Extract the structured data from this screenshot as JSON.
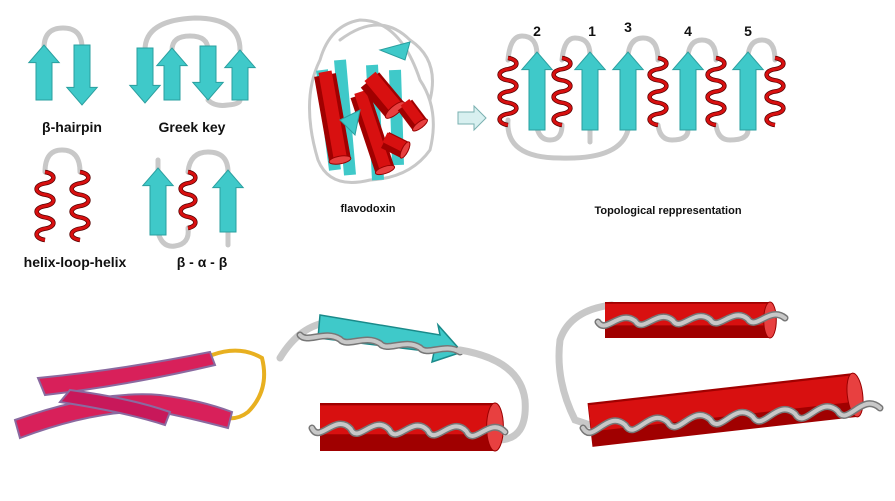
{
  "labels": {
    "hairpin": "β-hairpin",
    "greek_key": "Greek key",
    "hlh": "helix-loop-helix",
    "bab": "β - α - β",
    "flavodoxin": "flavodoxin",
    "topology": "Topological reppresentation"
  },
  "strand_numbers": [
    "2",
    "1",
    "3",
    "4",
    "5"
  ],
  "colors": {
    "strand": "#3fc9c9",
    "helix": "#d81010",
    "loop": "#c8c8c8",
    "ribbon": "#d8205a",
    "ribbon_loop": "#e8b020"
  }
}
